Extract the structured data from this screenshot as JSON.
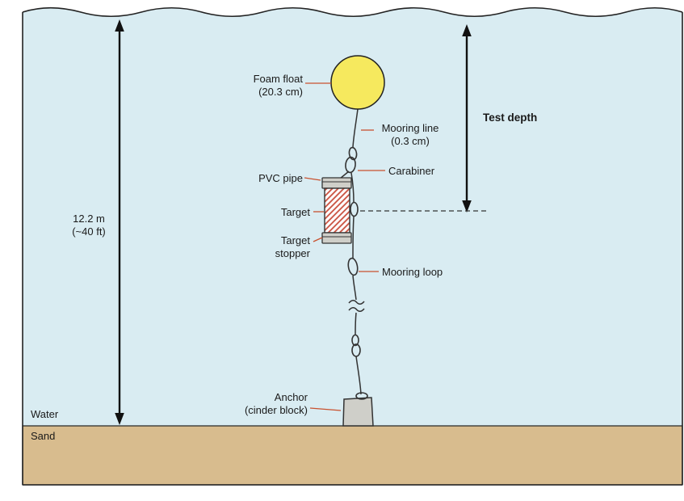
{
  "colors": {
    "water": "#d9ecf2",
    "sand": "#d8bc8e",
    "float": "#f6e95e",
    "hatch": "#c94f3d",
    "gray": "#cfcfc9",
    "leader": "#c9512f",
    "line": "#333333"
  },
  "labels": {
    "water_depth": {
      "value": "12.2 m",
      "sub": "(~40 ft)"
    },
    "foam_float": {
      "text": "Foam float",
      "sub": "(20.3 cm)"
    },
    "mooring_line": {
      "text": "Mooring line",
      "sub": "(0.3 cm)"
    },
    "test_depth": "Test depth",
    "carabiner": "Carabiner",
    "pvc_pipe": "PVC pipe",
    "target": "Target",
    "target_stopper": {
      "line1": "Target",
      "line2": "stopper"
    },
    "mooring_loop": "Mooring loop",
    "anchor": {
      "text": "Anchor",
      "sub": "(cinder block)"
    },
    "water": "Water",
    "sand": "Sand"
  }
}
